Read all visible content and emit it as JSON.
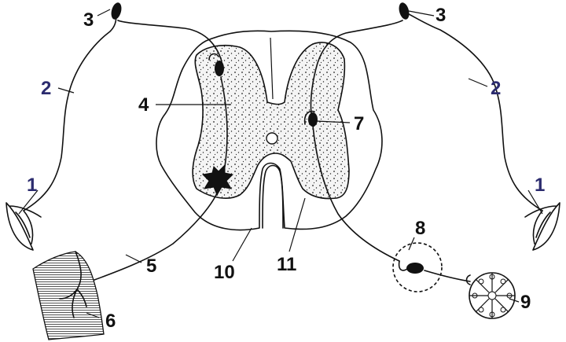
{
  "labels": {
    "l1_left": "1",
    "l1_right": "1",
    "l2_left": "2",
    "l2_right": "2",
    "l3_left": "3",
    "l3_right": "3",
    "l4": "4",
    "l5": "5",
    "l6": "6",
    "l7": "7",
    "l8": "8",
    "l9": "9",
    "l10": "10",
    "l11": "11"
  },
  "colors": {
    "ink": "#111111",
    "label_blue": "#2b2b6e",
    "gray_matter": "#f4f4f4"
  }
}
